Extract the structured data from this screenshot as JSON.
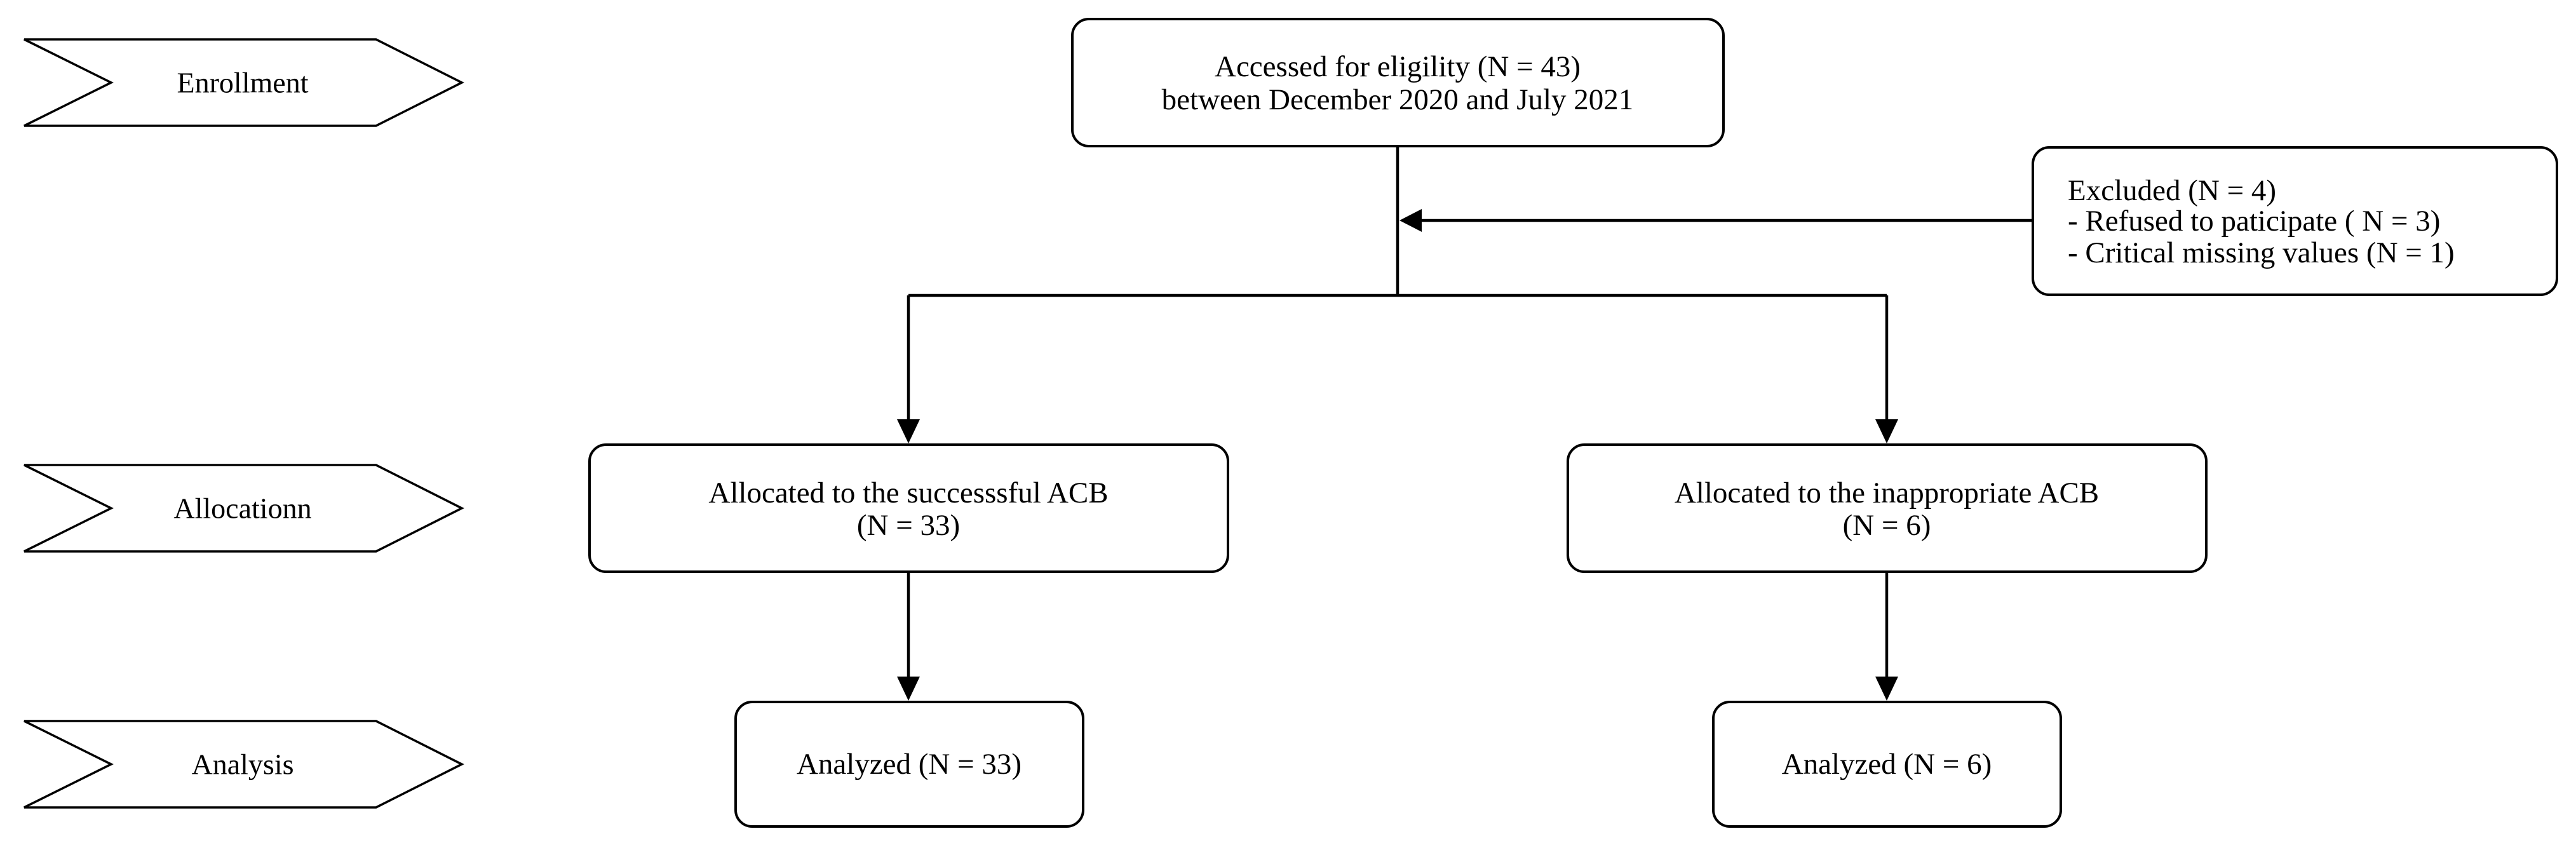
{
  "stages": {
    "enrollment": "Enrollment",
    "allocation": "Allocationn",
    "analysis": "Analysis"
  },
  "nodes": {
    "assessed": {
      "line1": "Accessed for eligility (N = 43)",
      "line2": "between December 2020 and July 2021"
    },
    "excluded": {
      "line1": "Excluded (N = 4)",
      "line2": "- Refused to paticipate ( N = 3)",
      "line3": "- Critical missing values (N = 1)"
    },
    "alloc_success": {
      "line1": "Allocated to the successsful ACB",
      "line2": "(N = 33)"
    },
    "alloc_inappropriate": {
      "line1": "Allocated to the inappropriate ACB",
      "line2": "(N = 6)"
    },
    "analyzed_success": {
      "line1": "Analyzed (N = 33)"
    },
    "analyzed_inappropriate": {
      "line1": "Analyzed (N = 6)"
    }
  }
}
